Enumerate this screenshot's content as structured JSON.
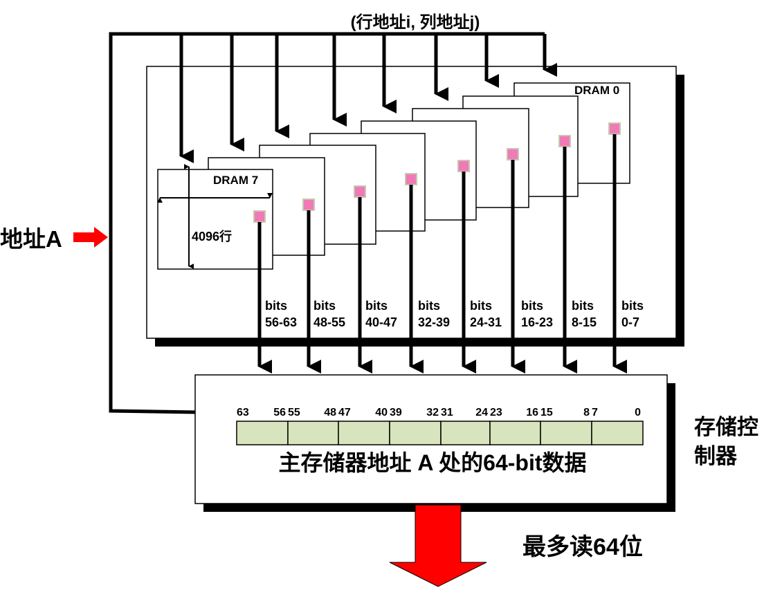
{
  "top_label": "(行地址i, 列地址j)",
  "address_label": "地址A",
  "dram_first_label": "DRAM 0",
  "dram_last_label": "DRAM 7",
  "rows_label": "4096行",
  "bits_word": "bits",
  "bit_groups": [
    "56-63",
    "48-55",
    "40-47",
    "32-39",
    "24-31",
    "16-23",
    "8-15",
    "0-7"
  ],
  "register_ticks": [
    [
      "63",
      "56"
    ],
    [
      "55",
      "48"
    ],
    [
      "47",
      "40"
    ],
    [
      "39",
      "32"
    ],
    [
      "31",
      "24"
    ],
    [
      "23",
      "16"
    ],
    [
      "15",
      "8"
    ],
    [
      "7",
      "0"
    ]
  ],
  "controller_text": "主存储器地址 A 处的64-bit数据",
  "controller_label_line1": "存储控",
  "controller_label_line2": "制器",
  "read_label": "最多读64位",
  "colors": {
    "cell_fill": "#f07ab8",
    "register_fill": "#d7e4bd",
    "arrow_red": "#ff0000"
  }
}
